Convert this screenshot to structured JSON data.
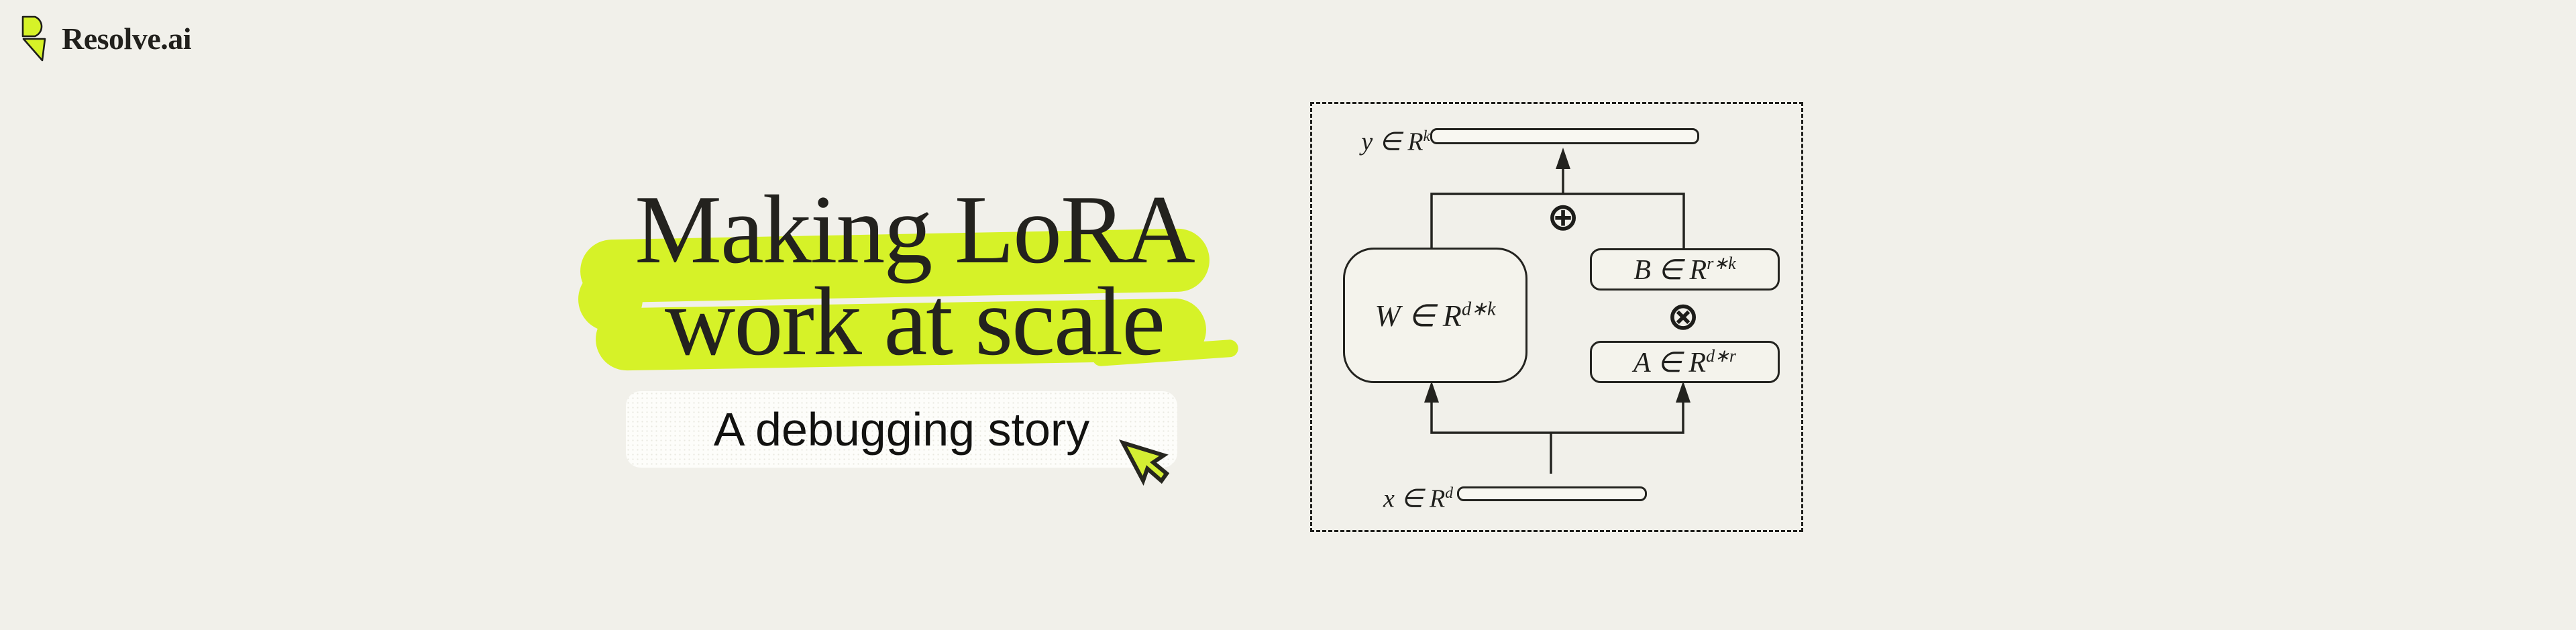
{
  "brand": {
    "name": "Resolve.ai"
  },
  "hero": {
    "title_line1": "Making LoRA",
    "title_line2": "work at scale",
    "badge_label": "A debugging story"
  },
  "diagram": {
    "y_label": {
      "base": "y ∈ R",
      "sup": "k"
    },
    "x_label": {
      "base": "x ∈ R",
      "sup": "d"
    },
    "w_box": {
      "base": "W ∈ R",
      "sup": "d∗k"
    },
    "b_box": {
      "base": "B ∈ R",
      "sup": "r∗k"
    },
    "a_box": {
      "base": "A ∈ R",
      "sup": "d∗r"
    },
    "plus_symbol": "⊕",
    "times_symbol": "⊗"
  },
  "icons": {
    "logo": "resolve-logo-icon",
    "cursor": "cursor-pointer-icon",
    "plus": "circled-plus-icon",
    "times": "circled-times-icon"
  },
  "colors": {
    "background": "#f1f0ea",
    "accent": "#d6f228",
    "ink": "#23221e",
    "badge_background": "#fdfdfa",
    "diagram_stroke": "#23231f"
  }
}
